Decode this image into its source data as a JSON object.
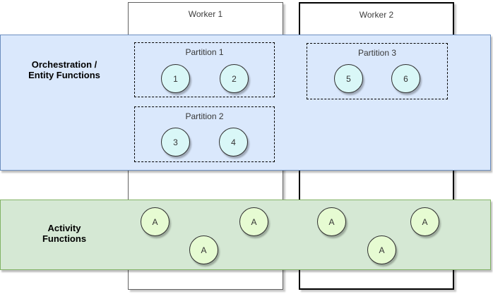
{
  "workers": [
    {
      "label": "Worker 1"
    },
    {
      "label": "Worker 2"
    }
  ],
  "orchestration_band": {
    "label_line1": "Orchestration /",
    "label_line2": "Entity Functions",
    "fill": "#dae8fc",
    "border_color": "#6c8ebf"
  },
  "activity_band": {
    "label_line1": "Activity",
    "label_line2": "Functions",
    "fill": "#d5e8d4",
    "border_color": "#82b366"
  },
  "partitions": [
    {
      "label": "Partition 1",
      "circles": [
        {
          "label": "1"
        },
        {
          "label": "2"
        }
      ]
    },
    {
      "label": "Partition 2",
      "circles": [
        {
          "label": "3"
        },
        {
          "label": "4"
        }
      ]
    },
    {
      "label": "Partition 3",
      "circles": [
        {
          "label": "5"
        },
        {
          "label": "6"
        }
      ]
    }
  ],
  "activity_circles": [
    {
      "label": "A"
    },
    {
      "label": "A"
    },
    {
      "label": "A"
    },
    {
      "label": "A"
    },
    {
      "label": "A"
    },
    {
      "label": "A"
    }
  ],
  "colors": {
    "partition_circle_fill": "#d9f7f7",
    "activity_circle_fill": "#e6fbd2",
    "worker1_border": "#616161",
    "worker2_border": "#000000",
    "dashed_border": "#000000"
  }
}
